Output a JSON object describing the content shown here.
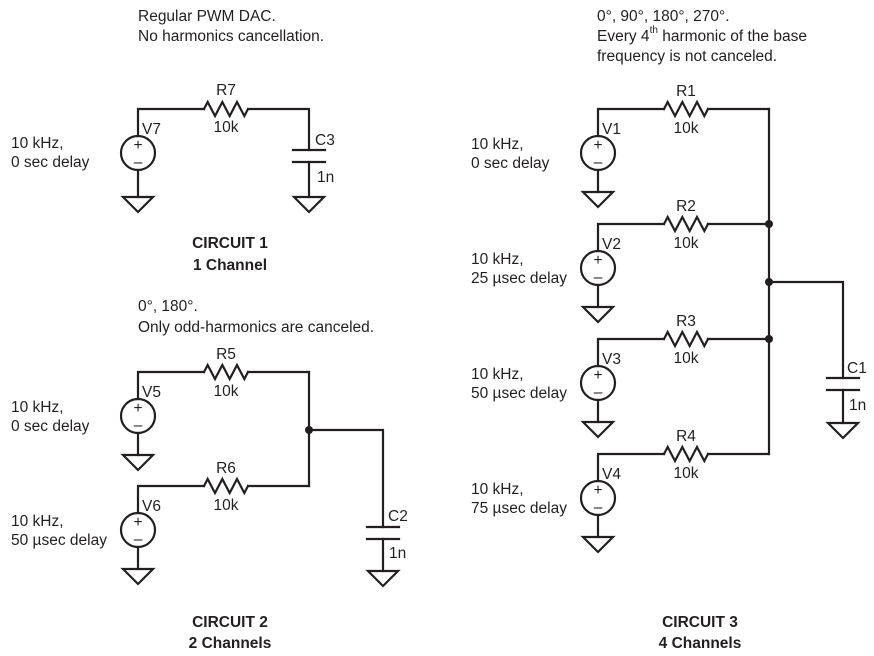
{
  "circuits": [
    {
      "id": "circuit1",
      "title": "CIRCUIT 1",
      "subtitle": "1 Channel",
      "description": [
        "Regular PWM DAC.",
        "No harmonics cancellation."
      ],
      "sources": [
        {
          "name": "V7",
          "freq_label": "10 kHz,",
          "delay_label": "0 sec delay"
        }
      ],
      "resistors": [
        {
          "name": "R7",
          "value": "10k"
        }
      ],
      "capacitor": {
        "name": "C3",
        "value": "1n"
      }
    },
    {
      "id": "circuit2",
      "title": "CIRCUIT 2",
      "subtitle": "2 Channels",
      "description": [
        "0°, 180°.",
        "Only odd-harmonics are canceled."
      ],
      "sources": [
        {
          "name": "V5",
          "freq_label": "10 kHz,",
          "delay_label": "0 sec delay"
        },
        {
          "name": "V6",
          "freq_label": "10 kHz,",
          "delay_label": "50 µsec delay"
        }
      ],
      "resistors": [
        {
          "name": "R5",
          "value": "10k"
        },
        {
          "name": "R6",
          "value": "10k"
        }
      ],
      "capacitor": {
        "name": "C2",
        "value": "1n"
      }
    },
    {
      "id": "circuit3",
      "title": "CIRCUIT 3",
      "subtitle": "4 Channels",
      "description": [
        "0°, 90°, 180°, 270°.",
        "Every 4",
        "th",
        " harmonic of the base",
        "frequency is not canceled."
      ],
      "sources": [
        {
          "name": "V1",
          "freq_label": "10 kHz,",
          "delay_label": "0 sec delay"
        },
        {
          "name": "V2",
          "freq_label": "10 kHz,",
          "delay_label": "25 µsec delay"
        },
        {
          "name": "V3",
          "freq_label": "10 kHz,",
          "delay_label": "50 µsec delay"
        },
        {
          "name": "V4",
          "freq_label": "10 kHz,",
          "delay_label": "75 µsec delay"
        }
      ],
      "resistors": [
        {
          "name": "R1",
          "value": "10k"
        },
        {
          "name": "R2",
          "value": "10k"
        },
        {
          "name": "R3",
          "value": "10k"
        },
        {
          "name": "R4",
          "value": "10k"
        }
      ],
      "capacitor": {
        "name": "C1",
        "value": "1n"
      }
    }
  ],
  "symbols": {
    "plus": "+",
    "minus": "–"
  }
}
